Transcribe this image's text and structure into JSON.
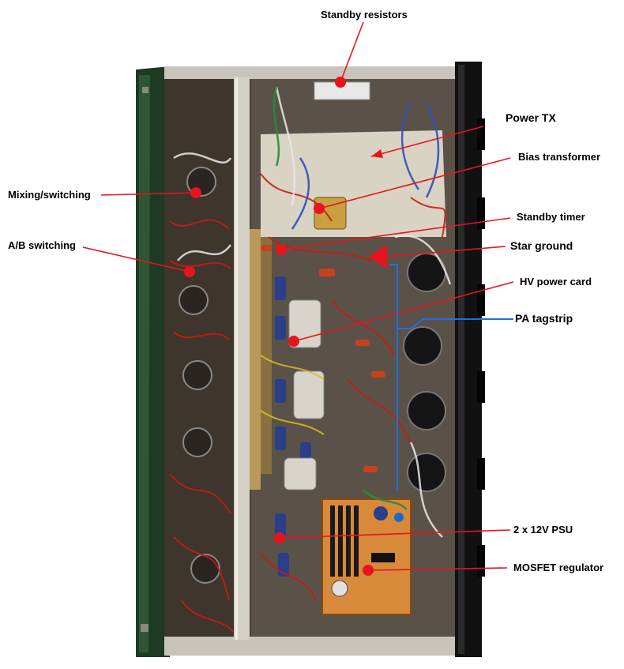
{
  "annotations": [
    {
      "id": "standby-resistors",
      "text": "Standby resistors"
    },
    {
      "id": "power-tx",
      "text": "Power TX"
    },
    {
      "id": "bias-transformer",
      "text": "Bias transformer"
    },
    {
      "id": "mixing-switching",
      "text": "Mixing/switching"
    },
    {
      "id": "standby-timer",
      "text": "Standby timer"
    },
    {
      "id": "a-b-switching",
      "text": "A/B switching"
    },
    {
      "id": "star-ground",
      "text": "Star ground"
    },
    {
      "id": "hv-power-card",
      "text": "HV power card"
    },
    {
      "id": "pa-tagstrip",
      "text": "PA tagstrip"
    },
    {
      "id": "psu-12v",
      "text": "2 x 12V PSU"
    },
    {
      "id": "mosfet-regulator",
      "text": "MOSFET regulator"
    }
  ],
  "colors": {
    "marker": "#e8141c",
    "pa_line": "#1f6fe0",
    "chassis": "#5a5248",
    "panel": "#c8c4bc",
    "left_side": "#1e3a22"
  }
}
